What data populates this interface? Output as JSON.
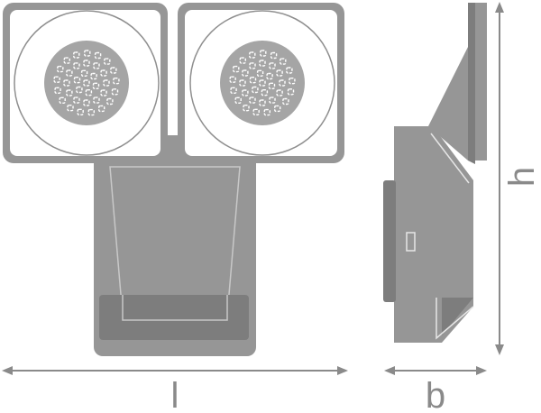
{
  "diagram": {
    "colors": {
      "body": "#969696",
      "body_dark": "#7d7d7d",
      "outline": "#8f8f8f",
      "lens_face": "#ffffff",
      "led": "#a5a5a5",
      "dimension_line": "#8a8a8a"
    },
    "dimensions": {
      "length_label": "l",
      "width_label": "b",
      "height_label": "h"
    }
  }
}
